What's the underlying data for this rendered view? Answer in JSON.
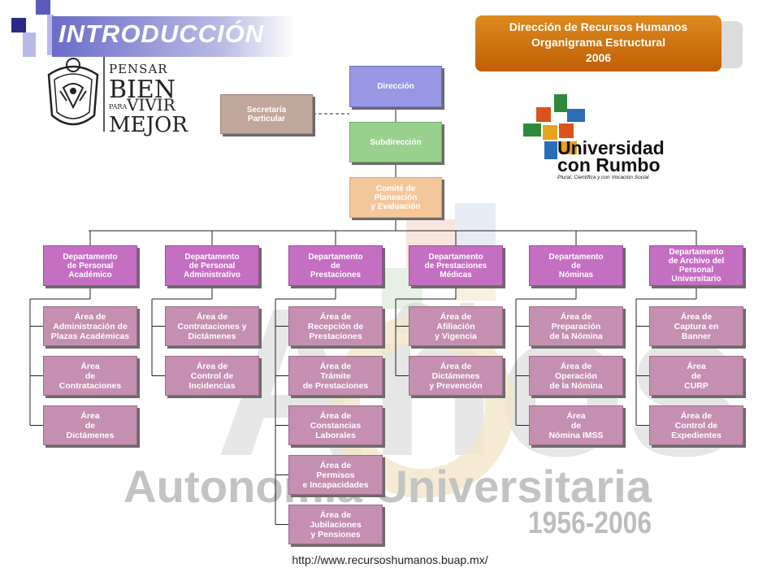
{
  "header": {
    "title": "INTRODUCCIÓN",
    "info_line1": "Dirección de Recursos Humanos",
    "info_line2": "Organigrama Estructural",
    "info_line3": "2006"
  },
  "logo_left": {
    "word1": "PENSAR",
    "word2": "BIEN",
    "word3": "PARA",
    "word4": "VIVIR",
    "word5": "MEJOR"
  },
  "logo_right": {
    "line1": "Universidad",
    "line2": "con Rumbo",
    "tagline": "Plural, Científica y con Vocación Social"
  },
  "watermark": {
    "big_text": "Años",
    "line1": "Autonomía Universitaria",
    "line2": "1956-2006"
  },
  "org": {
    "direccion": "Dirección",
    "secretaria": "Secretaría\nParticular",
    "subdireccion": "Subdirección",
    "comite": "Comité de\nPlaneación\ny Evaluación",
    "departments": [
      {
        "label": "Departamento\nde Personal\nAcadémico",
        "areas": [
          "Área de\nAdministración de\nPlazas Académicas",
          "Área\nde\nContrataciones",
          "Área\nde\nDictámenes"
        ]
      },
      {
        "label": "Departamento\nde Personal\nAdministrativo",
        "areas": [
          "Área de\nContrataciones y\nDictámenes",
          "Área de\nControl de\nIncidencias"
        ]
      },
      {
        "label": "Departamento\nde\nPrestaciones",
        "areas": [
          "Área de\nRecepción de\nPrestaciones",
          "Área de\nTrámite\nde Prestaciones",
          "Área de\nConstancias\nLaborales",
          "Área de\nPermisos\ne Incapacidades",
          "Área de\nJubilaciones\ny Pensiones"
        ]
      },
      {
        "label": "Departamento\nde Prestaciones\nMédicas",
        "areas": [
          "Área de\nAfiliación\ny Vigencia",
          "Área de\nDictámenes\ny Prevención"
        ]
      },
      {
        "label": "Departamento\nde\nNóminas",
        "areas": [
          "Área de\nPreparación\nde la Nómina",
          "Área de\nOperación\nde la Nómina",
          "Área\nde\nNómina IMSS"
        ]
      },
      {
        "label": "Departamento\nde Archivo del\nPersonal\nUniversitario",
        "areas": [
          "Área de\nCaptura en\nBanner",
          "Área\nde\nCURP",
          "Área de\nControl de\nExpedientes"
        ]
      }
    ]
  },
  "footer": {
    "url": "http://www.recursoshumanos.buap.mx/"
  },
  "colors": {
    "title_bar": "#6a6cc8",
    "info_box": "#c96a0c",
    "direccion": "#9897e6",
    "secretaria": "#c0a79a",
    "subdireccion": "#9ad08e",
    "comite": "#f4c79a",
    "departamento": "#c56fc2",
    "area": "#c48fb0"
  }
}
